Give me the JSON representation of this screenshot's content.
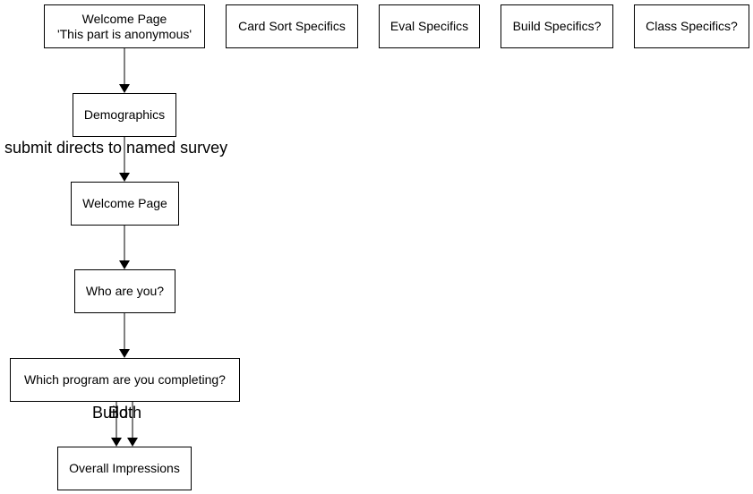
{
  "diagram": {
    "nodes": {
      "welcome_anon": {
        "lines": [
          "Welcome Page",
          "'This part is anonymous'"
        ]
      },
      "card_sort": {
        "label": "Card Sort Specifics"
      },
      "eval": {
        "label": "Eval Specifics"
      },
      "build": {
        "label": "Build Specifics?"
      },
      "class": {
        "label": "Class Specifics?"
      },
      "demographics": {
        "label": "Demographics"
      },
      "welcome": {
        "label": "Welcome Page"
      },
      "who": {
        "label": "Who are you?"
      },
      "which_program": {
        "label": "Which program are you completing?"
      },
      "overall": {
        "label": "Overall Impressions"
      }
    },
    "edge_labels": {
      "submit": "submit directs to named survey",
      "build": "Build",
      "both": "Both"
    },
    "colors": {
      "stroke": "#000000",
      "background": "#ffffff"
    }
  }
}
